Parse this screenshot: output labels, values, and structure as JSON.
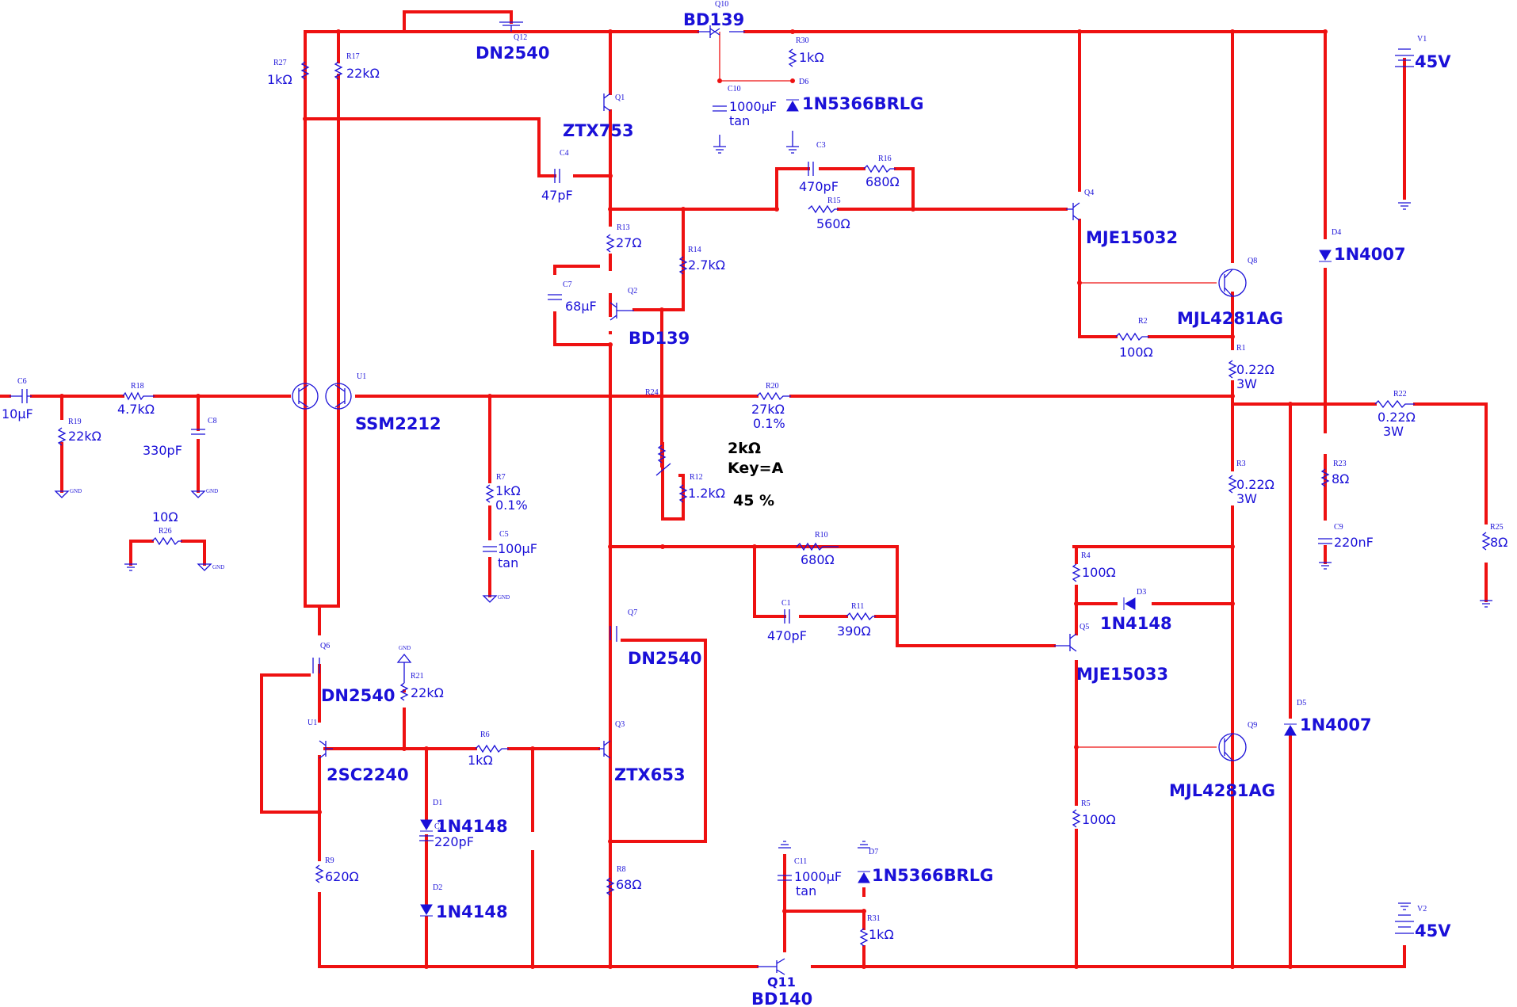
{
  "components": {
    "dn2540_top": {
      "ref": "Q12",
      "part": "DN2540"
    },
    "q10": {
      "ref": "Q10",
      "part": "BD139"
    },
    "r30": {
      "ref": "R30",
      "value": "1kΩ"
    },
    "d6": {
      "ref": "D6",
      "part": "1N5366BRLG"
    },
    "c10": {
      "ref": "C10",
      "value": "1000µF",
      "type": "tan"
    },
    "v1": {
      "ref": "V1",
      "value": "45V"
    },
    "r27": {
      "ref": "R27",
      "value": "1kΩ"
    },
    "r17": {
      "ref": "R17",
      "value": "22kΩ"
    },
    "q1": {
      "ref": "Q1",
      "part": "ZTX753"
    },
    "c4": {
      "ref": "C4",
      "value": "47pF"
    },
    "c3": {
      "ref": "C3",
      "value": "470pF"
    },
    "r16": {
      "ref": "R16",
      "value": "680Ω"
    },
    "r15": {
      "ref": "R15",
      "value": "560Ω"
    },
    "q4": {
      "ref": "Q4",
      "part": "MJE15032"
    },
    "d4": {
      "ref": "D4",
      "part": "1N4007"
    },
    "r13": {
      "ref": "R13",
      "value": "27Ω"
    },
    "r14": {
      "ref": "R14",
      "value": "2.7kΩ"
    },
    "c7": {
      "ref": "C7",
      "value": "68µF"
    },
    "q2": {
      "ref": "Q2",
      "part": "BD139"
    },
    "q8": {
      "ref": "Q8",
      "part": "MJL4281AG"
    },
    "r2": {
      "ref": "R2",
      "value": "100Ω"
    },
    "r1": {
      "ref": "R1",
      "value": "0.22Ω",
      "power": "3W"
    },
    "c6": {
      "ref": "C6",
      "value": "10µF"
    },
    "r18": {
      "ref": "R18",
      "value": "4.7kΩ"
    },
    "r19": {
      "ref": "R19",
      "value": "22kΩ"
    },
    "c8": {
      "ref": "C8",
      "value": "330pF"
    },
    "u1": {
      "ref": "U1",
      "part": "SSM2212"
    },
    "r24": {
      "ref": "R24"
    },
    "r20": {
      "ref": "R20",
      "value": "27kΩ",
      "tol": "0.1%"
    },
    "r22": {
      "ref": "R22",
      "value": "0.22Ω",
      "power": "3W"
    },
    "pot": {
      "value": "2kΩ",
      "key": "Key=A",
      "setting": "45 %"
    },
    "r12": {
      "ref": "R12",
      "value": "1.2kΩ"
    },
    "r7": {
      "ref": "R7",
      "value": "1kΩ",
      "tol": "0.1%"
    },
    "c5": {
      "ref": "C5",
      "value": "100µF",
      "type": "tan"
    },
    "r26": {
      "ref": "R26",
      "value": "10Ω"
    },
    "r3": {
      "ref": "R3",
      "value": "0.22Ω",
      "power": "3W"
    },
    "r23": {
      "ref": "R23",
      "value": "8Ω"
    },
    "c9": {
      "ref": "C9",
      "value": "220nF"
    },
    "r25": {
      "ref": "R25",
      "value": "8Ω"
    },
    "r10": {
      "ref": "R10",
      "value": "680Ω"
    },
    "c1": {
      "ref": "C1",
      "value": "470pF"
    },
    "r11": {
      "ref": "R11",
      "value": "390Ω"
    },
    "r4": {
      "ref": "R4",
      "value": "100Ω"
    },
    "d3": {
      "ref": "D3",
      "part": "1N4148"
    },
    "q5": {
      "ref": "Q5",
      "part": "MJE15033"
    },
    "q7": {
      "ref": "Q7",
      "part": "DN2540"
    },
    "q6": {
      "ref": "Q6",
      "part": "DN2540"
    },
    "r21": {
      "ref": "R21",
      "value": "22kΩ"
    },
    "u1b": {
      "ref": "U1",
      "part": "2SC2240"
    },
    "r6": {
      "ref": "R6",
      "value": "1kΩ"
    },
    "q3": {
      "ref": "Q3",
      "part": "ZTX653"
    },
    "d5": {
      "ref": "D5",
      "part": "1N4007"
    },
    "q9": {
      "ref": "Q9",
      "part": "MJL4281AG"
    },
    "d1": {
      "ref": "D1",
      "part": "1N4148"
    },
    "d2": {
      "ref": "D2",
      "part": "1N4148"
    },
    "c2": {
      "ref": "C2",
      "value": "220pF"
    },
    "r9": {
      "ref": "R9",
      "value": "620Ω"
    },
    "r8": {
      "ref": "R8",
      "value": "68Ω"
    },
    "r5": {
      "ref": "R5",
      "value": "100Ω"
    },
    "c11": {
      "ref": "C11",
      "value": "1000µF",
      "type": "tan"
    },
    "d7": {
      "ref": "D7",
      "part": "1N5366BRLG"
    },
    "r31": {
      "ref": "R31",
      "value": "1kΩ"
    },
    "q11": {
      "ref": "Q11",
      "part": "BD140"
    },
    "v2": {
      "ref": "V2",
      "value": "45V"
    }
  },
  "ground_label": "GND",
  "colors": {
    "wire": "#ee1111",
    "component": "#1a10d8",
    "label": "#1a10d8",
    "pot_text": "#000000"
  }
}
